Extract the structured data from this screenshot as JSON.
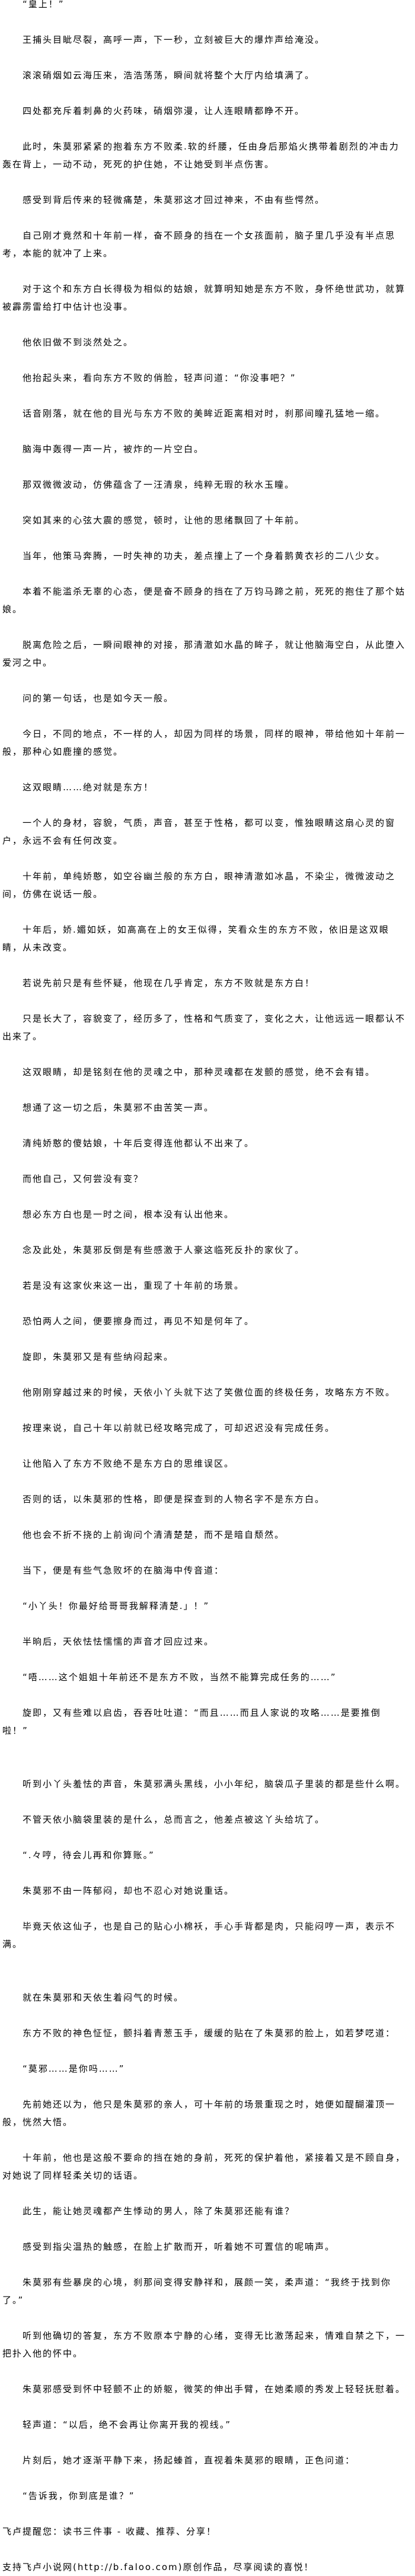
{
  "article": {
    "paragraphs": [
      "“皇上！”",
      "王捕头目眦尽裂，高呼一声，下一秒，立刻被巨大的爆炸声给淹没。",
      "滚滚硝烟如云海压来，浩浩荡荡，瞬间就将整个大厅内给填满了。",
      "四处都充斥着刺鼻的火药味，硝烟弥漫，让人连眼睛都睁不开。",
      "此时，朱莫邪紧紧的抱着东方不败柔.软的纤腰，任由身后那焰火携带着剧烈的冲击力轰在背上，一动不动，死死的护住她，不让她受到半点伤害。",
      "感受到背后传来的轻微痛楚，朱莫邪这才回过神来，不由有些愕然。",
      "自己刚才竟然和十年前一样，奋不顾身的挡在一个女孩面前，脑子里几乎没有半点思考，本能的就冲了上来。",
      "对于这个和东方白长得极为相似的姑娘，就算明知她是东方不败，身怀绝世武功，就算被霹雳雷给打中估计也没事。",
      "他依旧做不到淡然处之。",
      "他抬起头来，看向东方不败的俏脸，轻声问道：“你没事吧？”",
      "话音刚落，就在他的目光与东方不败的美眸近距离相对时，刹那间瞳孔猛地一缩。",
      "脑海中轰得一声一片，被炸的一片空白。",
      "那双微微波动，仿佛蕴含了一汪清泉，纯粹无瑕的秋水玉瞳。",
      "突如其来的心弦大震的感觉，顿时，让他的思绪飘回了十年前。",
      "当年，他策马奔腾，一时失神的功夫，差点撞上了一个身着鹅黄衣衫的二八少女。",
      "本着不能滥杀无辜的心态，便是奋不顾身的挡在了万钧马蹄之前，死死的抱住了那个姑娘。",
      "脱离危险之后，一瞬间眼神的对接，那清澈如水晶的眸子，就让他脑海空白，从此堕入爱河之中。",
      "问的第一句话，也是如今天一般。",
      "今日，不同的地点，不一样的人，却因为同样的场景，同样的眼神，带给他如十年前一般，那种心如鹿撞的感觉。",
      "这双眼睛……绝对就是东方！",
      "一个人的身材，容貌，气质，声音，甚至于性格，都可以变，惟独眼睛这扇心灵的窗户，永远不会有任何改变。",
      "十年前，单纯娇憨，如空谷幽兰般的东方白，眼神清澈如冰晶，不染尘，微微波动之间，仿佛在说话一般。",
      "十年后，娇.媚如妖，如高高在上的女王似得，笑看众生的东方不败，依旧是这双眼睛，从未改变。",
      "若说先前只是有些怀疑，他现在几乎肯定，东方不败就是东方白！",
      "只是长大了，容貌变了，经历多了，性格和气质变了，变化之大，让他远远一眼都认不出来了。",
      "这双眼睛，却是铭刻在他的灵魂之中，那种灵魂都在发颤的感觉，绝不会有错。",
      "想通了这一切之后，朱莫邪不由苦笑一声。",
      "清纯娇憨的傻姑娘，十年后变得连他都认不出来了。",
      "而他自己，又何尝没有变？",
      "想必东方白也是一时之间，根本没有认出他来。",
      "念及此处，朱莫邪反倒是有些感激于人豪这临死反扑的家伙了。",
      "若是没有这家伙来这一出，重现了十年前的场景。",
      "恐怕两人之间，便要擦身而过，再见不知是何年了。",
      "旋即，朱莫邪又是有些纳闷起来。",
      "他刚刚穿越过来的时候，天依小丫头就下达了笑傲位面的终极任务，攻略东方不败。",
      "按理来说，自己十年以前就已经攻略完成了，可却迟迟没有完成任务。",
      "让他陷入了东方不败绝不是东方白的思维误区。",
      "否则的话，以朱莫邪的性格，即便是探查到的人物名字不是东方白。",
      "他也会不折不挠的上前询问个清清楚楚，而不是暗自颓然。",
      "当下，便是有些气急败坏的在脑海中传音道：",
      "“小丫头！你最好给哥哥我解释清楚.」！”",
      "半晌后，天依怯怯懦懦的声音才回应过来。",
      "“唔……这个姐姐十年前还不是东方不败，当然不能算完成任务的……”",
      "旋即，又有些难以启齿，吞吞吐吐道：“而且……而且人家说的攻略……是要推倒啦！”",
      "听到小丫头羞怯的声音，朱莫邪满头黑线，小小年纪，脑袋瓜子里装的都是些什么啊。",
      "不管天依小脑袋里装的是什么，总而言之，他差点被这丫头给坑了。",
      "“.々哼，待会儿再和你算账。”",
      "朱莫邪不由一阵郁闷，却也不忍心对她说重话。",
      "毕竟天依这仙子，也是自己的贴心小棉袄，手心手背都是肉，只能闷哼一声，表示不满。",
      "就在朱莫邪和天依生着闷气的时候。",
      "东方不败的神色怔怔，颤抖着青葱玉手，缓缓的贴在了朱莫邪的脸上，如若梦呓道：",
      "“莫邪……是你吗……”",
      "先前她还以为，他只是朱莫邪的亲人，可十年前的场景重现之时，她便如醍醐灌顶一般，恍然大悟。",
      "十年前，他也是这般不要命的挡在她的身前，死死的保护着他，紧接着又是不顾自身，对她说了同样轻柔关切的话语。",
      "此生，能让她灵魂都产生悸动的男人，除了朱莫邪还能有谁？",
      "感受到指尖温热的触感，在脸上扩散而开，听着她不可置信的呢喃声。",
      "朱莫邪有些暴戾的心境，刹那间变得安静祥和，展颜一笑，柔声道：“我终于找到你了。”",
      "听到他确切的答复，东方不败原本宁静的心绪，变得无比激荡起来，情难自禁之下，一把扑入他的怀中。",
      "朱莫邪感受到怀中轻颤不止的娇躯，微笑的伸出手臂，在她柔顺的秀发上轻轻抚慰着。",
      "轻声道：“以后，绝不会再让你离开我的视线。”",
      "片刻后，她才逐渐平静下来，扬起螓首，直视着朱莫邪的眼睛，正色问道：",
      "“告诉我，你到底是谁？”"
    ]
  },
  "footer": {
    "reminder": "飞卢提醒您：读书三件事 - 收藏、推荐、分享！",
    "support": "支持飞卢小说网(http://b.faloo.com)原创作品，尽享阅读的喜悦！"
  }
}
